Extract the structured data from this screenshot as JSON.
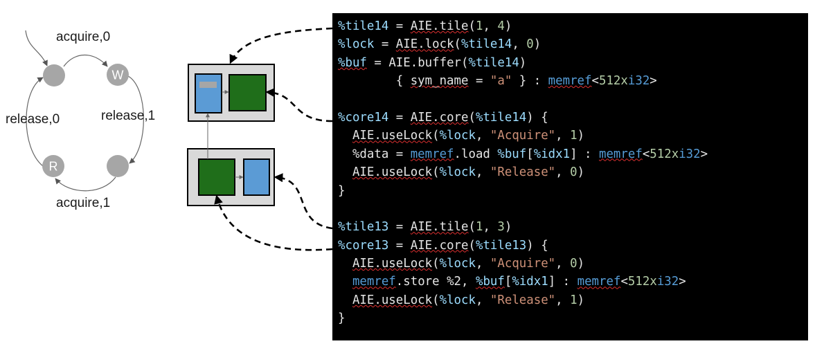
{
  "state_machine": {
    "labels": {
      "acquire0": "acquire,0",
      "release1": "release,1",
      "release0": "release,0",
      "acquire1": "acquire,1"
    },
    "nodes": {
      "write": "W",
      "read": "R"
    }
  },
  "colors": {
    "node_fill": "#a6a6a6",
    "tile_bg": "#d9d9d9",
    "core_green": "#1f6e1a",
    "memory_blue": "#5b9bd5",
    "code_bg": "#000000",
    "variable": "#9cdcfe",
    "string": "#ce9178",
    "number": "#b5cea8",
    "type": "#569cd6",
    "squiggle": "#e03030"
  },
  "code": {
    "lines": [
      [
        {
          "t": "%tile14",
          "c": "var"
        },
        {
          "t": " = ",
          "c": "plain"
        },
        {
          "t": "AIE.tile",
          "c": "fn",
          "sq": true
        },
        {
          "t": "(",
          "c": "plain"
        },
        {
          "t": "1",
          "c": "num"
        },
        {
          "t": ", ",
          "c": "plain"
        },
        {
          "t": "4",
          "c": "num"
        },
        {
          "t": ")",
          "c": "plain"
        }
      ],
      [
        {
          "t": "%lock",
          "c": "var"
        },
        {
          "t": " = ",
          "c": "plain"
        },
        {
          "t": "AIE.lock",
          "c": "fn",
          "sq": true
        },
        {
          "t": "(",
          "c": "plain"
        },
        {
          "t": "%tile14",
          "c": "var"
        },
        {
          "t": ", ",
          "c": "plain"
        },
        {
          "t": "0",
          "c": "num"
        },
        {
          "t": ")",
          "c": "plain"
        }
      ],
      [
        {
          "t": "%buf",
          "c": "var",
          "sq": true
        },
        {
          "t": " = ",
          "c": "plain"
        },
        {
          "t": "AIE.buffer",
          "c": "fn"
        },
        {
          "t": "(",
          "c": "plain"
        },
        {
          "t": "%tile14",
          "c": "var"
        },
        {
          "t": ")",
          "c": "plain"
        }
      ],
      [
        {
          "t": "        { ",
          "c": "plain"
        },
        {
          "t": "sym_name",
          "c": "plain",
          "sq": true
        },
        {
          "t": " = ",
          "c": "plain"
        },
        {
          "t": "\"a\"",
          "c": "str"
        },
        {
          "t": " } : ",
          "c": "plain"
        },
        {
          "t": "memref",
          "c": "type",
          "sq": true
        },
        {
          "t": "<",
          "c": "plain"
        },
        {
          "t": "512x",
          "c": "num"
        },
        {
          "t": "i32",
          "c": "type"
        },
        {
          "t": ">",
          "c": "plain"
        }
      ],
      [],
      [
        {
          "t": "%core14",
          "c": "var"
        },
        {
          "t": " = ",
          "c": "plain"
        },
        {
          "t": "AIE.core",
          "c": "fn",
          "sq": true
        },
        {
          "t": "(",
          "c": "plain"
        },
        {
          "t": "%tile14",
          "c": "var"
        },
        {
          "t": ") {",
          "c": "plain"
        }
      ],
      [
        {
          "t": "  ",
          "c": "plain"
        },
        {
          "t": "AIE.useLock",
          "c": "fn",
          "sq": true
        },
        {
          "t": "(",
          "c": "plain"
        },
        {
          "t": "%lock",
          "c": "var"
        },
        {
          "t": ", ",
          "c": "plain"
        },
        {
          "t": "\"Acquire\"",
          "c": "str"
        },
        {
          "t": ", ",
          "c": "plain"
        },
        {
          "t": "1",
          "c": "num"
        },
        {
          "t": ")",
          "c": "plain"
        }
      ],
      [
        {
          "t": "  %data = ",
          "c": "plain"
        },
        {
          "t": "memref",
          "c": "type",
          "sq": true
        },
        {
          "t": ".load ",
          "c": "plain"
        },
        {
          "t": "%buf",
          "c": "var"
        },
        {
          "t": "[",
          "c": "plain"
        },
        {
          "t": "%idx1",
          "c": "var"
        },
        {
          "t": "] : ",
          "c": "plain"
        },
        {
          "t": "memref",
          "c": "type",
          "sq": true
        },
        {
          "t": "<",
          "c": "plain"
        },
        {
          "t": "512x",
          "c": "num"
        },
        {
          "t": "i32",
          "c": "type"
        },
        {
          "t": ">",
          "c": "plain"
        }
      ],
      [
        {
          "t": "  ",
          "c": "plain"
        },
        {
          "t": "AIE.useLock",
          "c": "fn",
          "sq": true
        },
        {
          "t": "(",
          "c": "plain"
        },
        {
          "t": "%lock",
          "c": "var"
        },
        {
          "t": ", ",
          "c": "plain"
        },
        {
          "t": "\"Release\"",
          "c": "str"
        },
        {
          "t": ", ",
          "c": "plain"
        },
        {
          "t": "0",
          "c": "num"
        },
        {
          "t": ")",
          "c": "plain"
        }
      ],
      [
        {
          "t": "}",
          "c": "plain"
        }
      ],
      [],
      [
        {
          "t": "%tile13",
          "c": "var"
        },
        {
          "t": " = ",
          "c": "plain"
        },
        {
          "t": "AIE.tile",
          "c": "fn",
          "sq": true
        },
        {
          "t": "(",
          "c": "plain"
        },
        {
          "t": "1",
          "c": "num"
        },
        {
          "t": ", ",
          "c": "plain"
        },
        {
          "t": "3",
          "c": "num"
        },
        {
          "t": ")",
          "c": "plain"
        }
      ],
      [
        {
          "t": "%core13",
          "c": "var"
        },
        {
          "t": " = ",
          "c": "plain"
        },
        {
          "t": "AIE.core",
          "c": "fn",
          "sq": true
        },
        {
          "t": "(",
          "c": "plain"
        },
        {
          "t": "%tile13",
          "c": "var"
        },
        {
          "t": ") {",
          "c": "plain"
        }
      ],
      [
        {
          "t": "  ",
          "c": "plain"
        },
        {
          "t": "AIE.useLock",
          "c": "fn",
          "sq": true
        },
        {
          "t": "(",
          "c": "plain"
        },
        {
          "t": "%lock",
          "c": "var"
        },
        {
          "t": ", ",
          "c": "plain"
        },
        {
          "t": "\"Acquire\"",
          "c": "str"
        },
        {
          "t": ", ",
          "c": "plain"
        },
        {
          "t": "0",
          "c": "num"
        },
        {
          "t": ")",
          "c": "plain"
        }
      ],
      [
        {
          "t": "  ",
          "c": "plain"
        },
        {
          "t": "memref",
          "c": "type",
          "sq": true
        },
        {
          "t": ".store ",
          "c": "plain"
        },
        {
          "t": "%2",
          "c": "plain"
        },
        {
          "t": ", ",
          "c": "plain"
        },
        {
          "t": "%buf",
          "c": "var",
          "sq": true
        },
        {
          "t": "[",
          "c": "plain"
        },
        {
          "t": "%idx1",
          "c": "var"
        },
        {
          "t": "] : ",
          "c": "plain"
        },
        {
          "t": "memref",
          "c": "type",
          "sq": true
        },
        {
          "t": "<",
          "c": "plain"
        },
        {
          "t": "512x",
          "c": "num"
        },
        {
          "t": "i32",
          "c": "type"
        },
        {
          "t": ">",
          "c": "plain"
        }
      ],
      [
        {
          "t": "  ",
          "c": "plain"
        },
        {
          "t": "AIE.useLock",
          "c": "fn",
          "sq": true
        },
        {
          "t": "(",
          "c": "plain"
        },
        {
          "t": "%lock",
          "c": "var"
        },
        {
          "t": ", ",
          "c": "plain"
        },
        {
          "t": "\"Release\"",
          "c": "str"
        },
        {
          "t": ", ",
          "c": "plain"
        },
        {
          "t": "1",
          "c": "num"
        },
        {
          "t": ")",
          "c": "plain"
        }
      ],
      [
        {
          "t": "}",
          "c": "plain"
        }
      ]
    ]
  }
}
